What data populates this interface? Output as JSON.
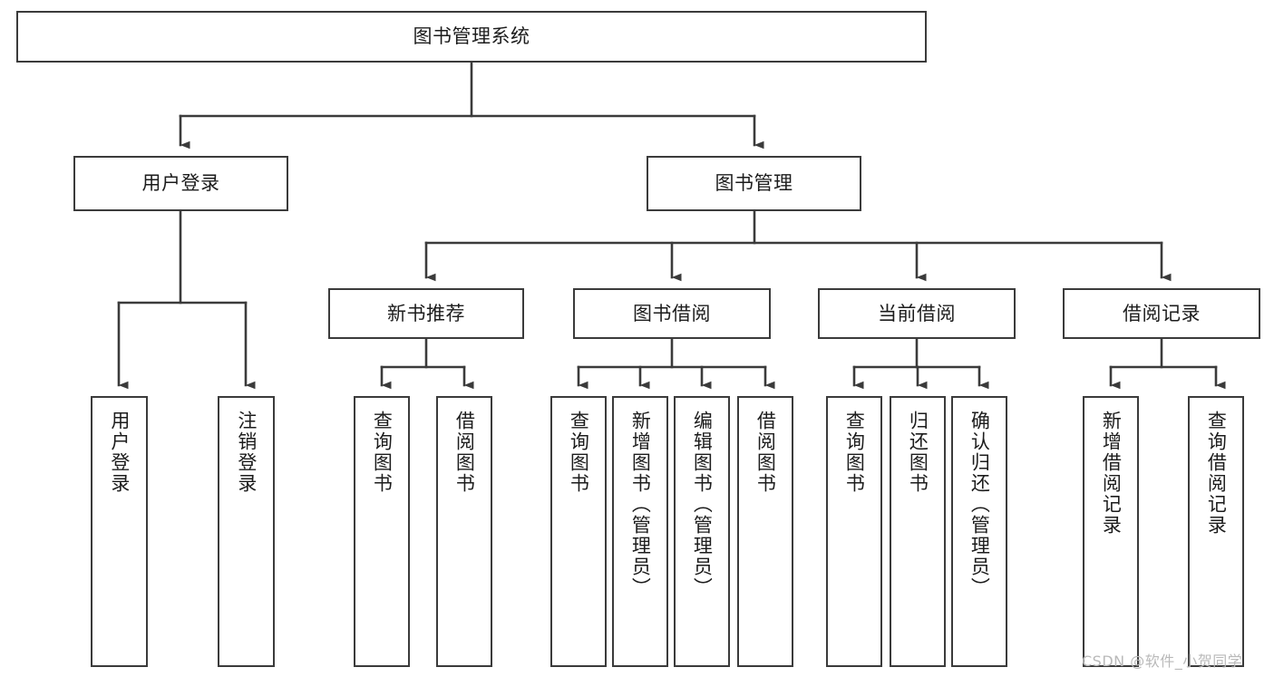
{
  "diagram": {
    "title": "图书管理系统",
    "type": "tree-hierarchy",
    "watermark": "CSDN @软件_小贺同学",
    "colors": {
      "stroke": "#3b3b3b",
      "fill": "#ffffff",
      "text": "#1c1c1c",
      "watermark": "#b9b9b9"
    },
    "levels": {
      "root": {
        "label": "图书管理系统"
      },
      "level2": [
        {
          "label": "用户登录"
        },
        {
          "label": "图书管理"
        }
      ],
      "level3": [
        {
          "label": "新书推荐"
        },
        {
          "label": "图书借阅"
        },
        {
          "label": "当前借阅"
        },
        {
          "label": "借阅记录"
        }
      ],
      "leaves": {
        "user_login": [
          {
            "label": "用户登录"
          },
          {
            "label": "注销登录"
          }
        ],
        "new_book_recommend": [
          {
            "label": "查询图书"
          },
          {
            "label": "借阅图书"
          }
        ],
        "book_borrow": [
          {
            "label": "查询图书"
          },
          {
            "label": "新增图书（管理员）"
          },
          {
            "label": "编辑图书（管理员）"
          },
          {
            "label": "借阅图书"
          }
        ],
        "current_borrow": [
          {
            "label": "查询图书"
          },
          {
            "label": "归还图书"
          },
          {
            "label": "确认归还（管理员）"
          }
        ],
        "borrow_record": [
          {
            "label": "新增借阅记录"
          },
          {
            "label": "查询借阅记录"
          }
        ]
      }
    }
  }
}
